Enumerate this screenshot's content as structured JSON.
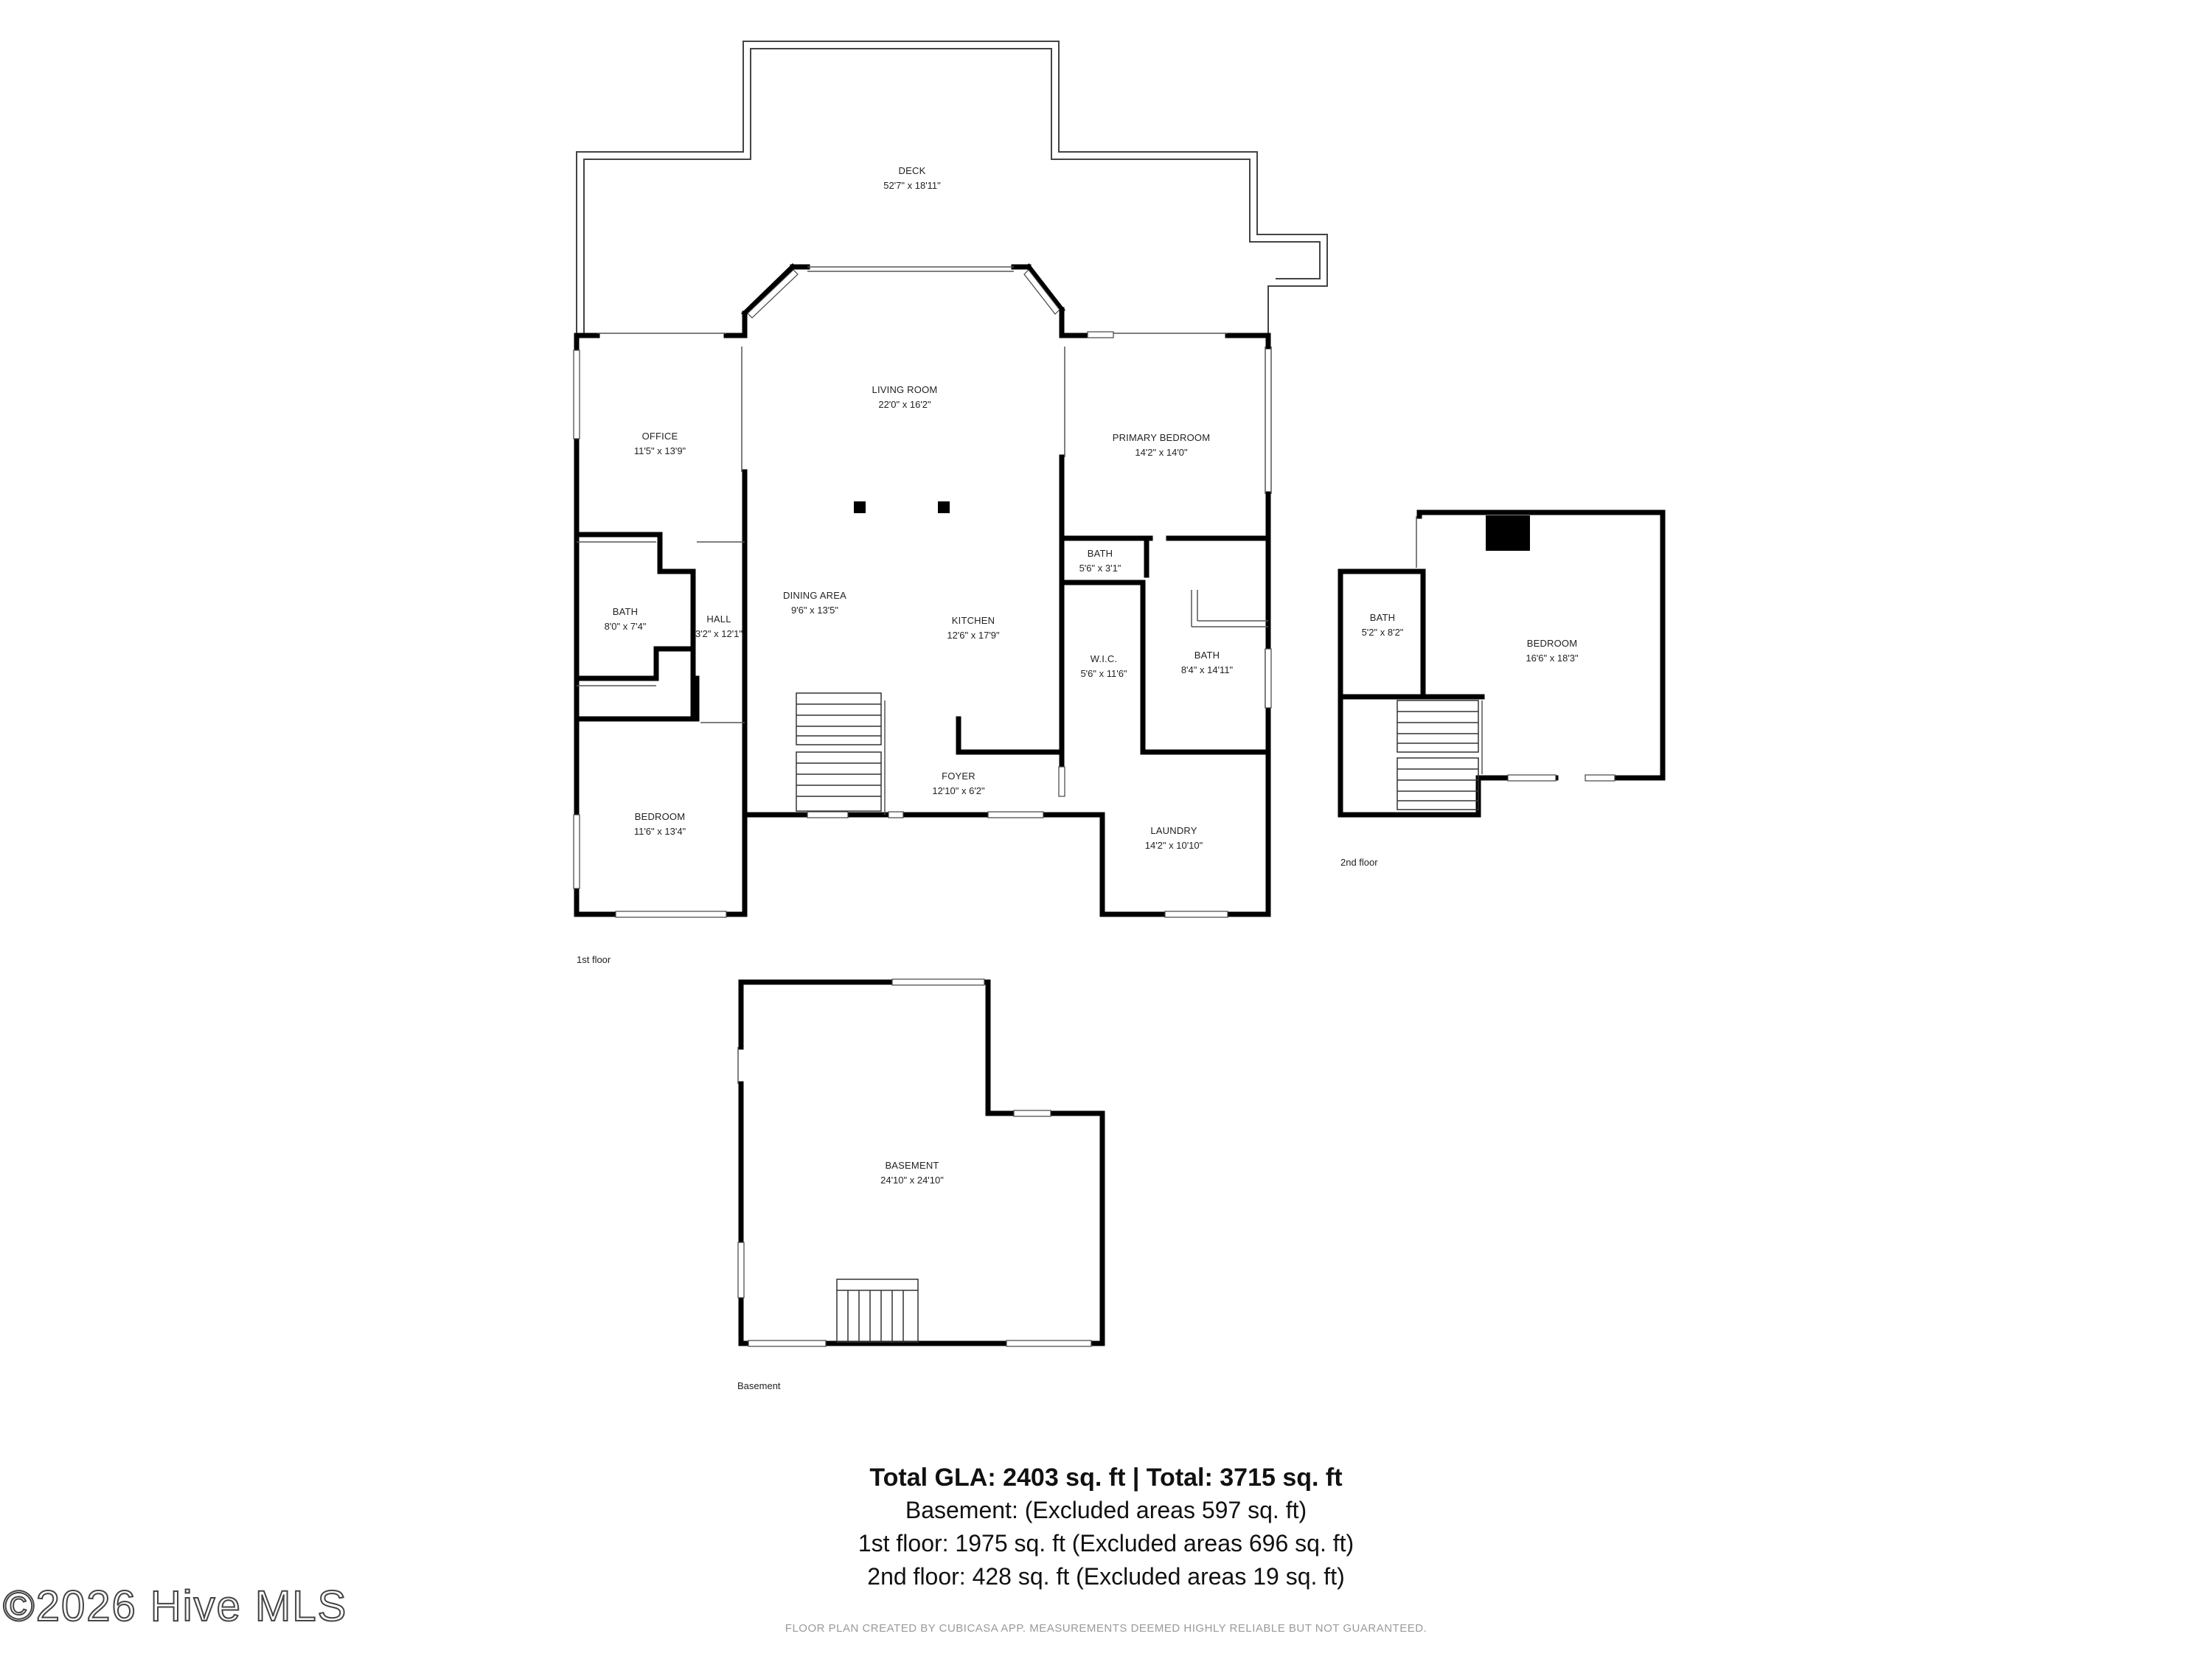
{
  "floors": {
    "first": "1st floor",
    "second": "2nd floor",
    "basement": "Basement"
  },
  "rooms": {
    "deck": {
      "name": "DECK",
      "dim": "52'7\" x 18'11\""
    },
    "living_room": {
      "name": "LIVING ROOM",
      "dim": "22'0\" x 16'2\""
    },
    "office": {
      "name": "OFFICE",
      "dim": "11'5\" x 13'9\""
    },
    "primary_bedroom": {
      "name": "PRIMARY BEDROOM",
      "dim": "14'2\" x 14'0\""
    },
    "bath_small": {
      "name": "BATH",
      "dim": "5'6\" x 3'1\""
    },
    "bath_left": {
      "name": "BATH",
      "dim": "8'0\" x 7'4\""
    },
    "hall": {
      "name": "HALL",
      "dim": "3'2\" x 12'1\""
    },
    "dining_area": {
      "name": "DINING AREA",
      "dim": "9'6\" x 13'5\""
    },
    "kitchen": {
      "name": "KITCHEN",
      "dim": "12'6\" x 17'9\""
    },
    "wic": {
      "name": "W.I.C.",
      "dim": "5'6\" x 11'6\""
    },
    "bath_primary": {
      "name": "BATH",
      "dim": "8'4\" x 14'11\""
    },
    "foyer": {
      "name": "FOYER",
      "dim": "12'10\" x 6'2\""
    },
    "bedroom_first": {
      "name": "BEDROOM",
      "dim": "11'6\" x 13'4\""
    },
    "laundry": {
      "name": "LAUNDRY",
      "dim": "14'2\" x 10'10\""
    },
    "bath_second": {
      "name": "BATH",
      "dim": "5'2\" x 8'2\""
    },
    "bedroom_second": {
      "name": "BEDROOM",
      "dim": "16'6\" x 18'3\""
    },
    "basement": {
      "name": "BASEMENT",
      "dim": "24'10\" x 24'10\""
    }
  },
  "summary": {
    "total": "Total GLA: 2403 sq. ft | Total: 3715 sq. ft",
    "basement": "Basement: (Excluded areas 597 sq. ft)",
    "first": "1st floor: 1975 sq. ft (Excluded areas 696 sq. ft)",
    "second": "2nd floor: 428 sq. ft (Excluded areas 19 sq. ft)"
  },
  "copyright": "©2026 Hive MLS",
  "disclaimer": "FLOOR PLAN CREATED BY CUBICASA APP. MEASUREMENTS DEEMED HIGHLY RELIABLE BUT NOT GUARANTEED."
}
